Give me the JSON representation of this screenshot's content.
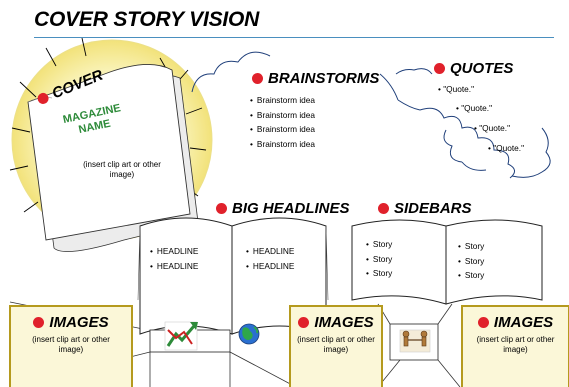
{
  "title": "COVER STORY VISION",
  "cover": {
    "label": "COVER",
    "magazine_line1": "MAGAZINE",
    "magazine_line2": "NAME",
    "caption": "(insert clip art or other image)"
  },
  "brainstorms": {
    "label": "BRAINSTORMS",
    "items": [
      "Brainstorm idea",
      "Brainstorm idea",
      "Brainstorm idea",
      "Brainstorm idea"
    ]
  },
  "quotes": {
    "label": "QUOTES",
    "items": [
      "\"Quote.\"",
      "\"Quote.\"",
      "\"Quote.\"",
      "\"Quote.\""
    ]
  },
  "big_headlines": {
    "label": "BIG HEADLINES",
    "left_page": [
      "HEADLINE",
      "HEADLINE"
    ],
    "right_page": [
      "HEADLINE",
      "HEADLINE"
    ]
  },
  "sidebars": {
    "label": "SIDEBARS",
    "left_page": [
      "Story",
      "Story",
      "Story"
    ],
    "right_page": [
      "Story",
      "Story",
      "Story"
    ]
  },
  "images": [
    {
      "label": "IMAGES",
      "caption": "(insert clip art or other image)"
    },
    {
      "label": "IMAGES",
      "caption": "(insert clip art or other image)"
    },
    {
      "label": "IMAGES",
      "caption": "(insert clip art or other image)"
    }
  ],
  "colors": {
    "accent_red": "#e0212b",
    "magazine_green": "#2e8b3a",
    "rule_blue": "#4a8fbf",
    "glow_yellow": "#f7f0a8",
    "image_box_fill": "#fbf7d8",
    "image_box_border": "#b59a1e"
  },
  "icons": [
    "chart-icon",
    "globe-icon",
    "people-icon"
  ]
}
